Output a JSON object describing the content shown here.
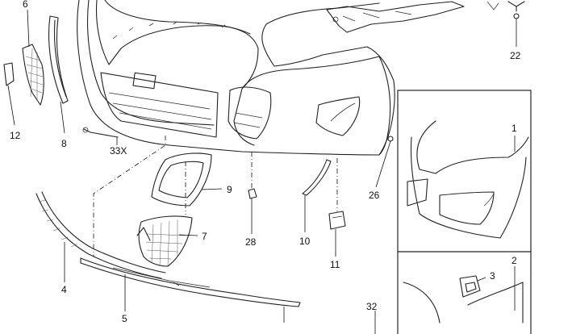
{
  "diagram": {
    "callouts": [
      {
        "id": "c6",
        "text": "6"
      },
      {
        "id": "c12",
        "text": "12"
      },
      {
        "id": "c8",
        "text": "8"
      },
      {
        "id": "c33x",
        "text": "33X"
      },
      {
        "id": "c9",
        "text": "9"
      },
      {
        "id": "c7",
        "text": "7"
      },
      {
        "id": "c4",
        "text": "4"
      },
      {
        "id": "c5",
        "text": "5"
      },
      {
        "id": "c28",
        "text": "28"
      },
      {
        "id": "c10",
        "text": "10"
      },
      {
        "id": "c11",
        "text": "11"
      },
      {
        "id": "c26",
        "text": "26"
      },
      {
        "id": "c22",
        "text": "22"
      },
      {
        "id": "c1",
        "text": "1"
      },
      {
        "id": "c2",
        "text": "2"
      },
      {
        "id": "c3",
        "text": "3"
      },
      {
        "id": "c32",
        "text": "32"
      }
    ]
  }
}
